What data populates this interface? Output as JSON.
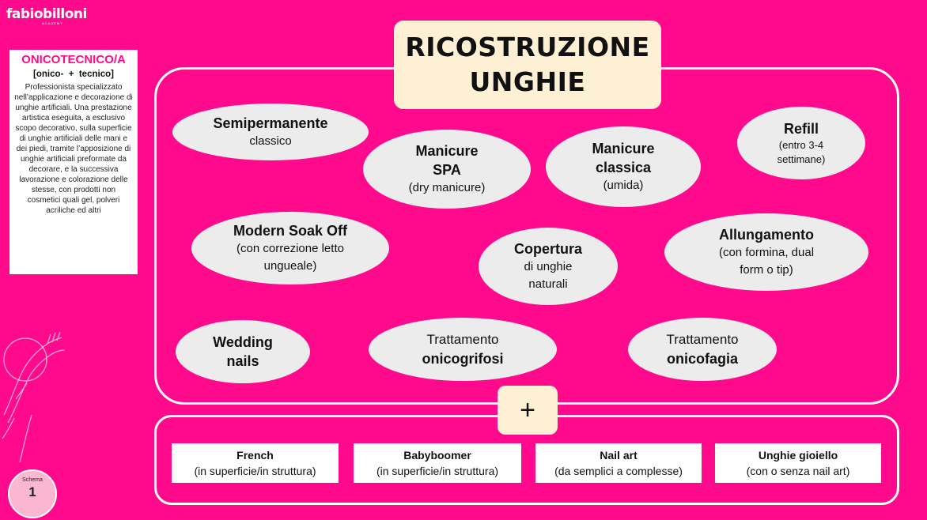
{
  "brand": {
    "name": "fabiobilloni",
    "sub": "ACADEMY"
  },
  "definition": {
    "title": "ONICOTECNICO/A",
    "etymology": "[onico-  +  tecnico]",
    "body": "Professionista specializzato nell’applicazione e decorazione di unghie artificiali. Una prestazione artistica eseguita, a esclusivo scopo decorativo, sulla superficie di unghie artificiali delle mani e dei piedi, tramite l’apposizione di unghie artificiali preformate da decorare, e la successiva lavorazione e colorazione delle stesse, con prodotti non cosmetici quali gel, polveri acriliche ed altri"
  },
  "schema": {
    "label": "Schema",
    "number": "1"
  },
  "title": "RICOSTRUZIONE\nUNGHIE",
  "services": [
    {
      "bold": "Semipermanente",
      "normal": "classico"
    },
    {
      "bold": "Manicure\nSPA",
      "normal": "(dry manicure)"
    },
    {
      "bold": "Manicure\nclassica",
      "normal": "(umida)"
    },
    {
      "bold": "Refill",
      "small": "(entro 3-4\nsettimane)"
    },
    {
      "bold": "Modern Soak Off",
      "normal": "(con correzione letto\nungueale)"
    },
    {
      "bold": "Copertura",
      "normal": "di unghie\nnaturali"
    },
    {
      "bold": "Allungamento",
      "normal": "(con formina, dual\nform o tip)"
    },
    {
      "bold": "Wedding\nnails"
    },
    {
      "normal": "Trattamento",
      "bold": "onicogrifosi"
    },
    {
      "normal": "Trattamento",
      "bold": "onicofagia"
    }
  ],
  "plus": "+",
  "extras": [
    {
      "title": "French",
      "desc": "(in superficie/in struttura)"
    },
    {
      "title": "Babyboomer",
      "desc": "(in superficie/in struttura)"
    },
    {
      "title": "Nail art",
      "desc": "(da semplici a complesse)"
    },
    {
      "title": "Unghie gioiello",
      "desc": "(con o senza nail art)"
    }
  ]
}
